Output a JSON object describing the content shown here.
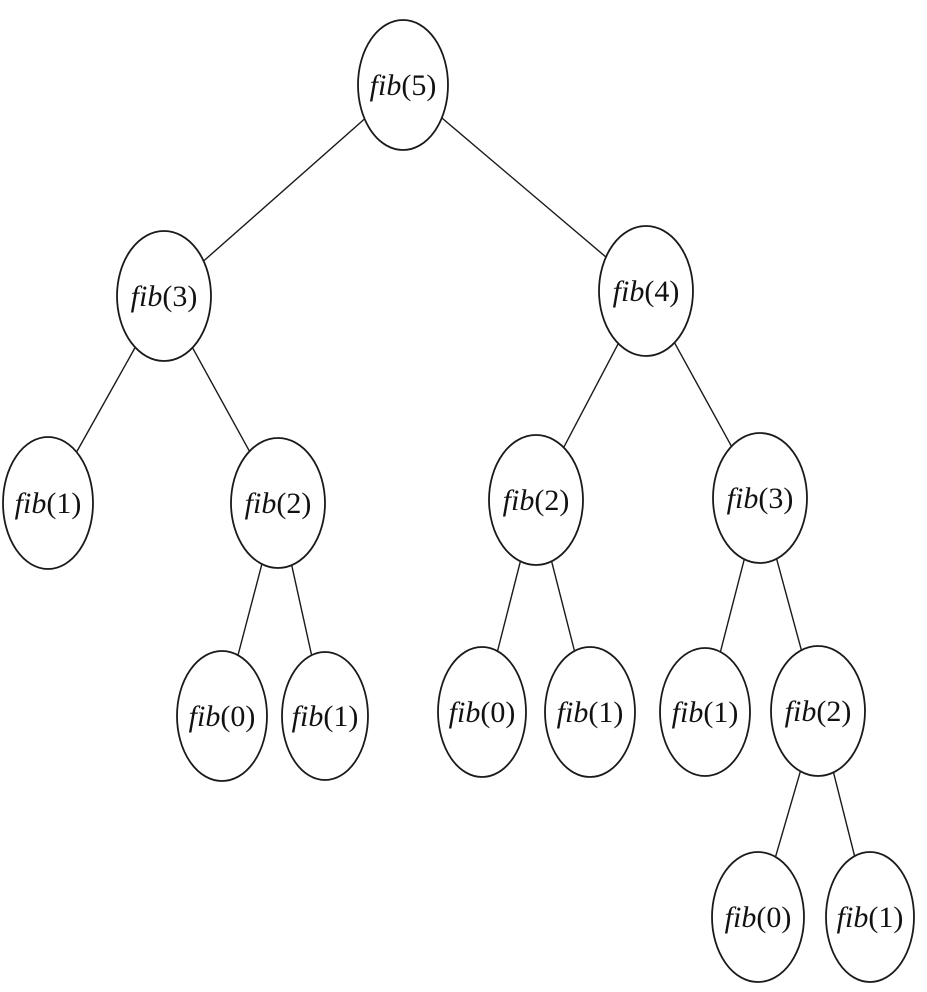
{
  "tree": {
    "nodes": [
      {
        "id": "n0",
        "fn": "fib",
        "arg": "(5)"
      },
      {
        "id": "n1",
        "fn": "fib",
        "arg": "(3)"
      },
      {
        "id": "n2",
        "fn": "fib",
        "arg": "(4)"
      },
      {
        "id": "n3",
        "fn": "fib",
        "arg": "(1)"
      },
      {
        "id": "n4",
        "fn": "fib",
        "arg": "(2)"
      },
      {
        "id": "n5",
        "fn": "fib",
        "arg": "(2)"
      },
      {
        "id": "n6",
        "fn": "fib",
        "arg": "(3)"
      },
      {
        "id": "n7",
        "fn": "fib",
        "arg": "(0)"
      },
      {
        "id": "n8",
        "fn": "fib",
        "arg": "(1)"
      },
      {
        "id": "n9",
        "fn": "fib",
        "arg": "(0)"
      },
      {
        "id": "n10",
        "fn": "fib",
        "arg": "(1)"
      },
      {
        "id": "n11",
        "fn": "fib",
        "arg": "(1)"
      },
      {
        "id": "n12",
        "fn": "fib",
        "arg": "(2)"
      },
      {
        "id": "n13",
        "fn": "fib",
        "arg": "(0)"
      },
      {
        "id": "n14",
        "fn": "fib",
        "arg": "(1)"
      }
    ],
    "edges": [
      [
        "n0",
        "n1"
      ],
      [
        "n0",
        "n2"
      ],
      [
        "n1",
        "n3"
      ],
      [
        "n1",
        "n4"
      ],
      [
        "n2",
        "n5"
      ],
      [
        "n2",
        "n6"
      ],
      [
        "n4",
        "n7"
      ],
      [
        "n4",
        "n8"
      ],
      [
        "n5",
        "n9"
      ],
      [
        "n5",
        "n10"
      ],
      [
        "n6",
        "n11"
      ],
      [
        "n6",
        "n12"
      ],
      [
        "n12",
        "n13"
      ],
      [
        "n12",
        "n14"
      ]
    ]
  }
}
